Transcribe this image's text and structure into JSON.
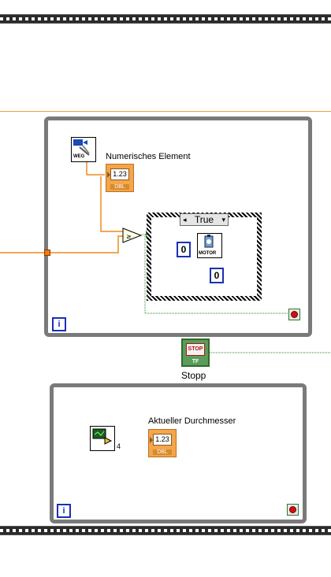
{
  "top_frame": {
    "kind": "flat-sequence-border"
  },
  "loop1": {
    "indicator_label": "Numerisches Element",
    "indicator_value": "1.23",
    "indicator_type": "DBL",
    "subvi_label": "WEG",
    "case_selector": "True",
    "const_a": "0",
    "const_b": "0",
    "motor_label": "MOTOR",
    "iteration": "i"
  },
  "stop_control": {
    "label": "Stopp",
    "face": "STOP",
    "type": "TF"
  },
  "loop2": {
    "indicator_label": "Aktueller Durchmesser",
    "indicator_value": "1.23",
    "indicator_type": "DBL",
    "subvi_number": "4",
    "iteration": "i"
  },
  "colors": {
    "wire_numeric": "#f08a1c",
    "wire_bool": "#2a8a2a",
    "loop_border": "#7a7a7a",
    "constant_border": "#1a2fb4"
  }
}
